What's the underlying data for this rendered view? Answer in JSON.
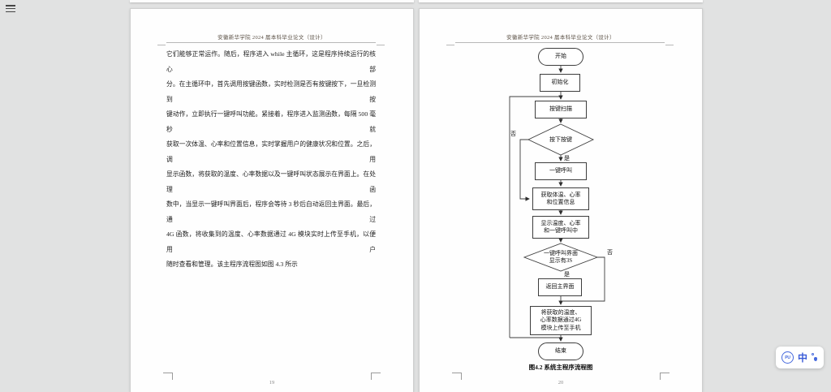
{
  "window": {
    "background": "#e1e2e2"
  },
  "header_text": "安徽新华学院 2024 届本科毕业论文（设计）",
  "left_page": {
    "page_number": "19",
    "lines": [
      "它们能够正常运作。随后，程序进入 while 主循环，这是程序持续运行的核心部",
      "分。在主循环中，首先调用按键函数，实时检测是否有按键按下，一旦检测到按",
      "键动作，立即执行一键呼叫功能。紧接着，程序进入监测函数，每隔 500 毫秒就",
      "获取一次体温、心率和位置信息，实时掌握用户的健康状况和位置。之后，调用",
      "显示函数，将获取的温度、心率数据以及一键呼叫状态展示在界面上。在处理函",
      "数中，当显示一键呼叫界面后，程序会等待 3 秒后自动返回主界面。最后，通过",
      "4G 函数，将收集到的温度、心率数据通过 4G 模块实时上传至手机，以便用户",
      "随时查看和管理。该主程序流程图如图 4.3 所示"
    ]
  },
  "right_page": {
    "page_number": "20",
    "flowchart": {
      "start": "开始",
      "init": "初始化",
      "scan": "按键扫描",
      "decision1": "按下按键",
      "call": "一键呼叫",
      "acquire1": "获取体温、心率",
      "acquire2": "和位置信息",
      "display1": "显示温度、心率",
      "display2": "和一键呼叫中",
      "decision2a": "一键呼叫界面",
      "decision2b": "显示有3S",
      "return_main": "返回主界面",
      "upload1": "将获取的温度、",
      "upload2": "心率数据通过4G",
      "upload3": "模块上传至手机",
      "end": "结束",
      "yes": "是",
      "no": "否",
      "caption": "图4.2 系统主程序流程图"
    }
  },
  "widget": {
    "logo": "PU",
    "translate": "中"
  }
}
